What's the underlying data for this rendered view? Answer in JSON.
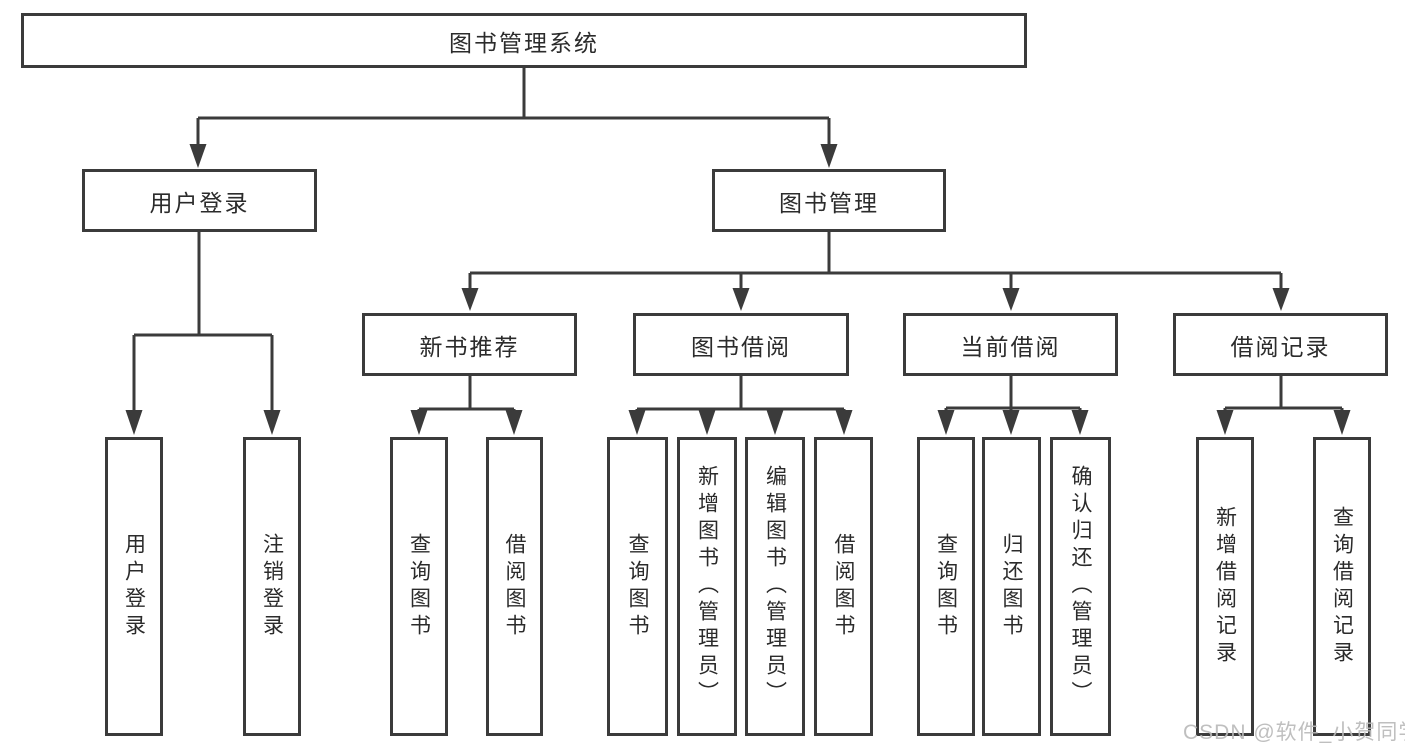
{
  "diagram": {
    "root_label": "图书管理系统",
    "login": {
      "label": "用户登录",
      "children": [
        "用户登录",
        "注销登录"
      ]
    },
    "management": {
      "label": "图书管理",
      "new_books": {
        "label": "新书推荐",
        "children": [
          "查询图书",
          "借阅图书"
        ]
      },
      "book_borrow": {
        "label": "图书借阅",
        "children": [
          "查询图书",
          "新增图书（管理员）",
          "编辑图书（管理员）",
          "借阅图书"
        ]
      },
      "current_borrow": {
        "label": "当前借阅",
        "children": [
          "查询图书",
          "归还图书",
          "确认归还（管理员）"
        ]
      },
      "borrow_records": {
        "label": "借阅记录",
        "children": [
          "新增借阅记录",
          "查询借阅记录"
        ]
      }
    }
  },
  "watermark": {
    "text": "CSDN @软件_小贺同学",
    "color": "#bababa"
  },
  "colors": {
    "line": "#3b3b3b",
    "text": "#2b2b2b",
    "canvas": "#ffffff"
  }
}
